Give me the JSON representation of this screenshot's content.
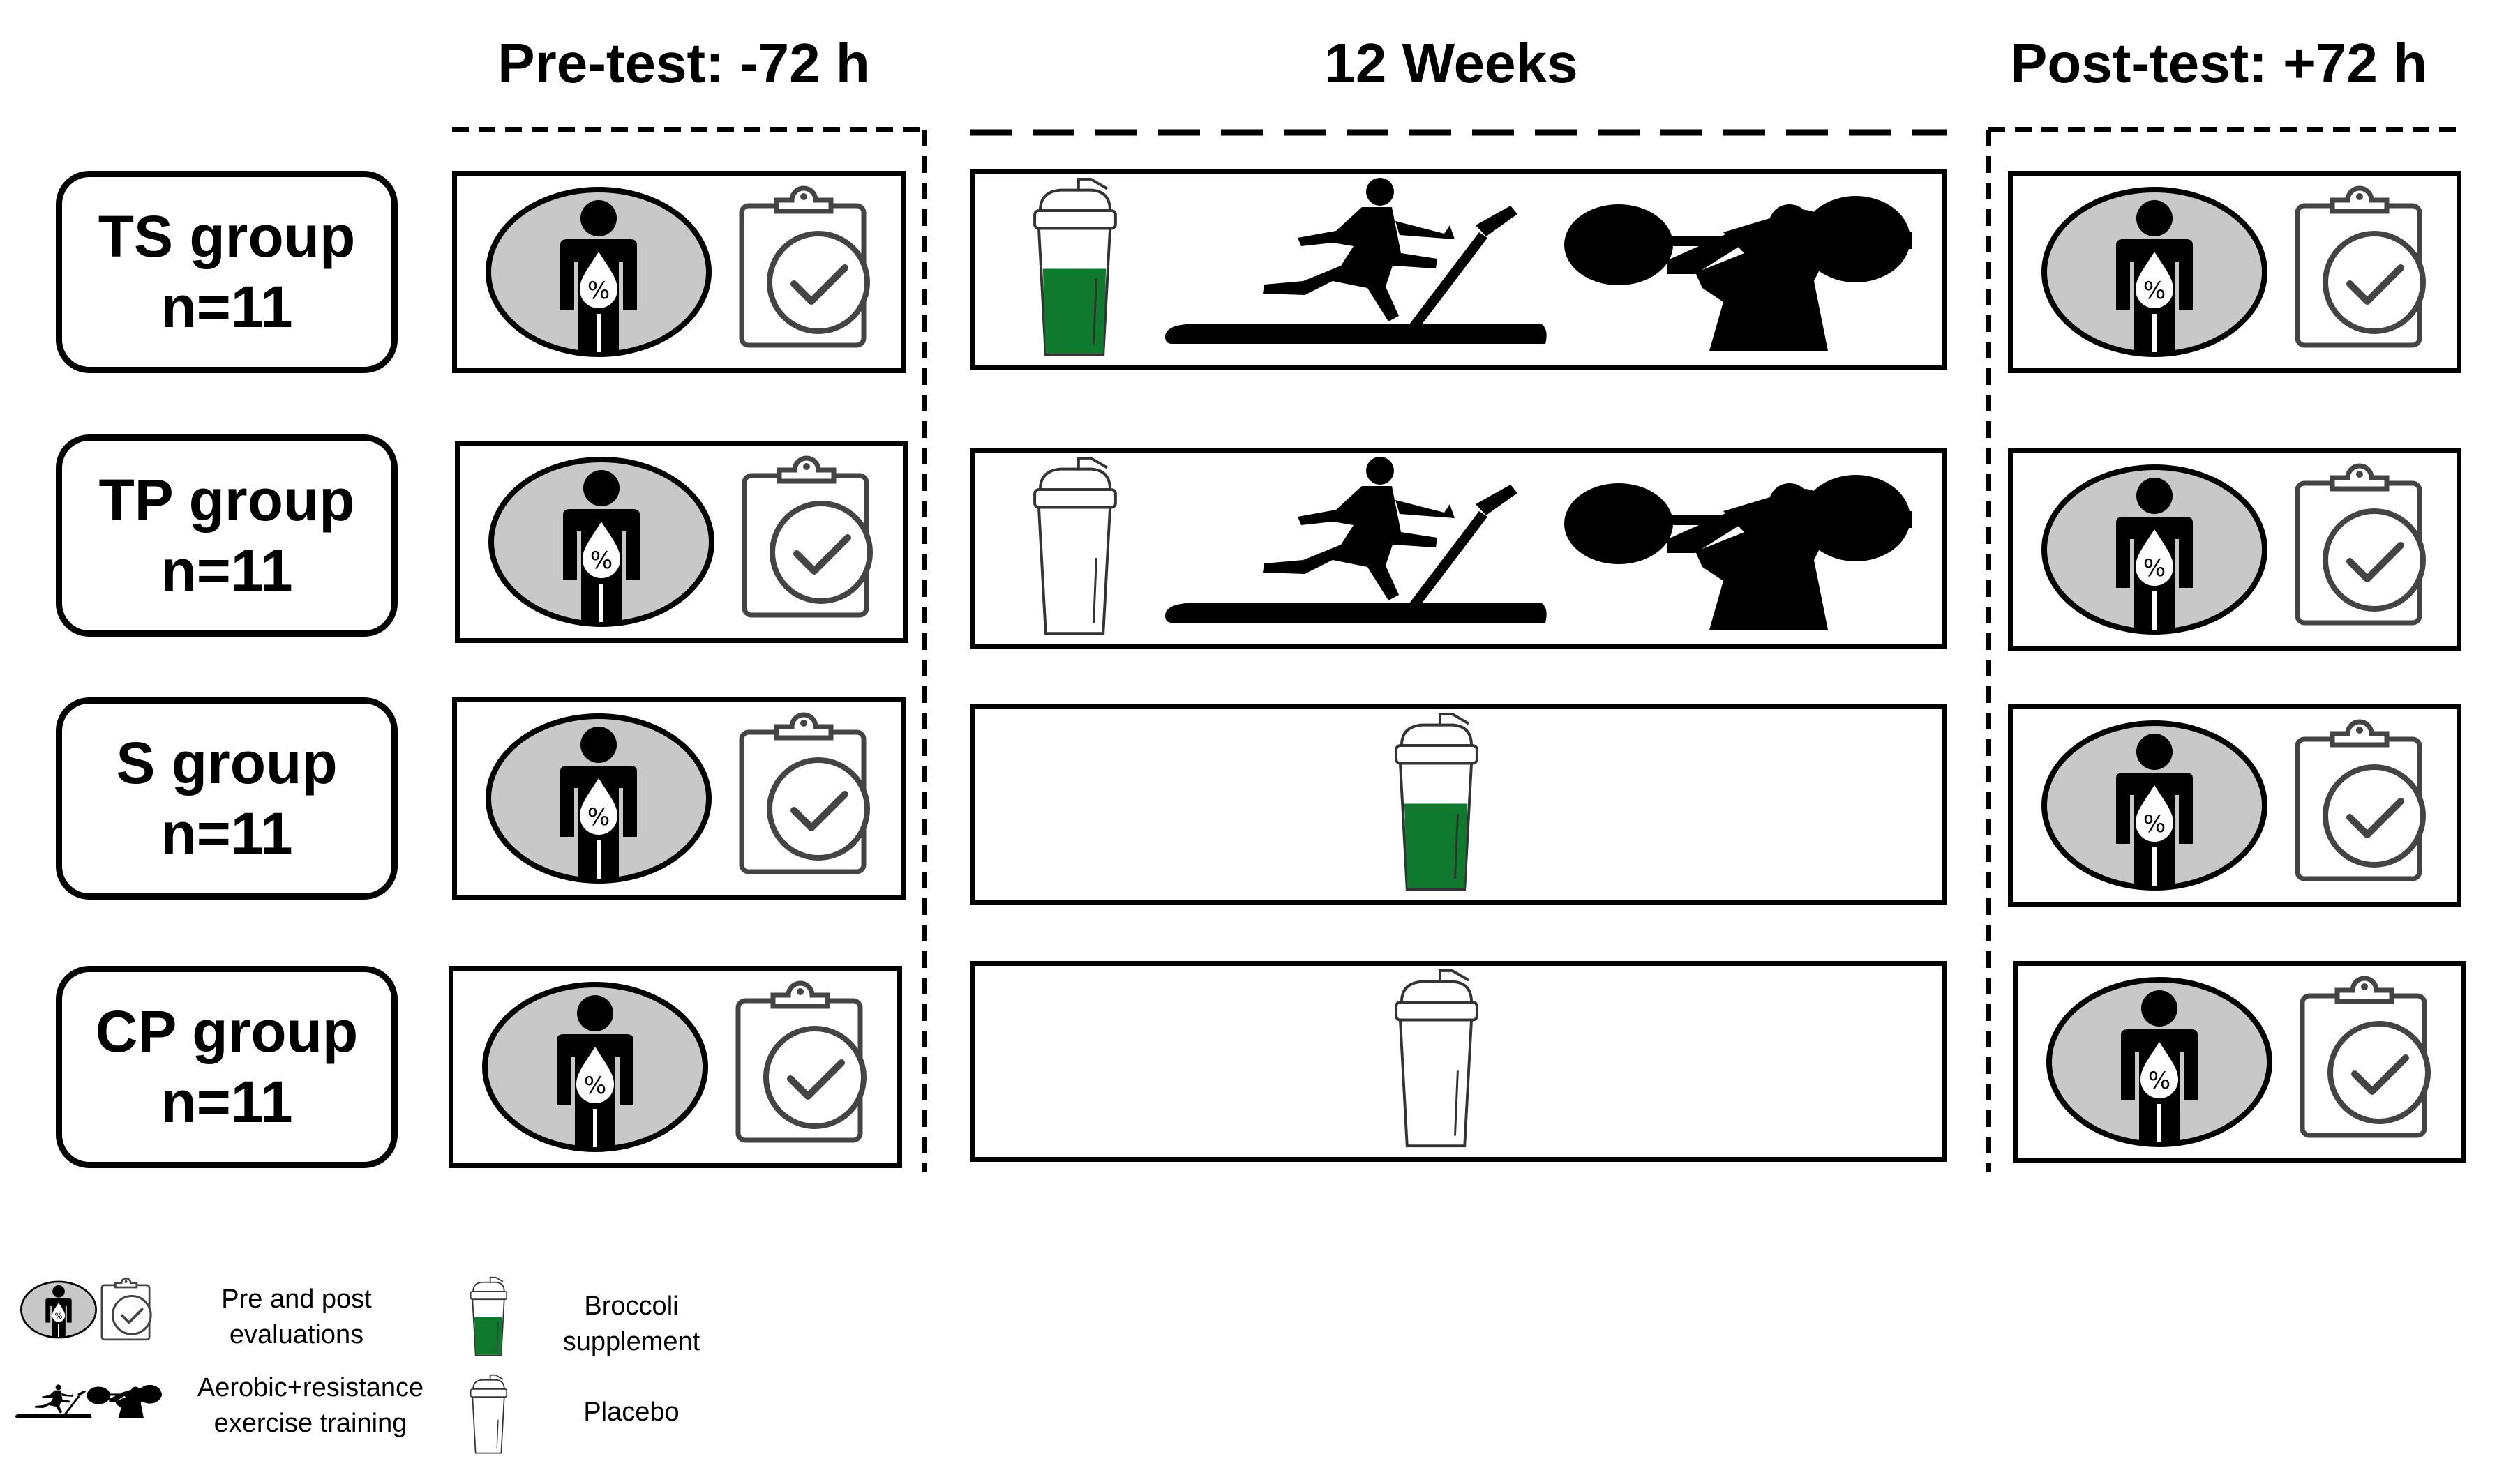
{
  "phases": {
    "pre": "Pre-test: -72 h",
    "mid": "12 Weeks",
    "post": "Post-test: +72 h"
  },
  "groups": [
    {
      "name": "TS group",
      "n": "n=11",
      "shake": "supplement",
      "exercise": true
    },
    {
      "name": "TP group",
      "n": "n=11",
      "shake": "placebo",
      "exercise": true
    },
    {
      "name": "S group",
      "n": "n=11",
      "shake": "supplement",
      "exercise": false
    },
    {
      "name": "CP group",
      "n": "n=11",
      "shake": "placebo",
      "exercise": false
    }
  ],
  "legend": {
    "evaluations": "Pre and post\nevaluations",
    "training": "Aerobic+resistance\nexercise training",
    "supplement": "Broccoli\nsupplement",
    "placebo": "Placebo"
  },
  "colors": {
    "supplement_green": "#0f7a2e",
    "evaluation_bg": "#c8c8c8",
    "ink": "#000000"
  }
}
